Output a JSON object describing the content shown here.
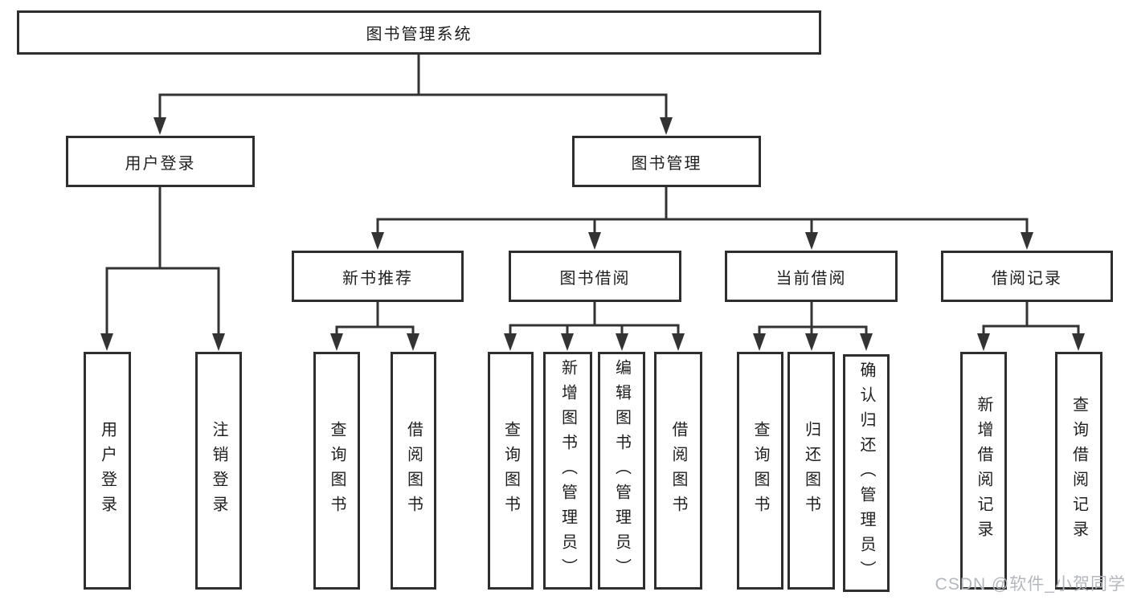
{
  "diagram": {
    "root": {
      "label": "图书管理系统"
    },
    "level2": {
      "user_login": {
        "label": "用户登录"
      },
      "book_management": {
        "label": "图书管理"
      }
    },
    "level3": {
      "new_book_recommend": {
        "label": "新书推荐"
      },
      "book_borrowing": {
        "label": "图书借阅"
      },
      "current_borrowing": {
        "label": "当前借阅"
      },
      "borrowing_records": {
        "label": "借阅记录"
      }
    },
    "leaves": [
      {
        "label": "用户登录"
      },
      {
        "label": "注销登录"
      },
      {
        "label": "查询图书"
      },
      {
        "label": "借阅图书"
      },
      {
        "label": "查询图书"
      },
      {
        "label": "新增图书（管理员）"
      },
      {
        "label": "编辑图书（管理员）"
      },
      {
        "label": "借阅图书"
      },
      {
        "label": "查询图书"
      },
      {
        "label": "归还图书"
      },
      {
        "label": "确认归还（管理员）"
      },
      {
        "label": "新增借阅记录"
      },
      {
        "label": "查询借阅记录"
      }
    ]
  },
  "watermark": {
    "text": "CSDN @软件_小贺同学"
  },
  "colors": {
    "line": "#333333",
    "border": "#2e2e2e",
    "text": "#1f1f1f",
    "watermark_text": "#b4b8bc",
    "background": "#ffffff"
  }
}
